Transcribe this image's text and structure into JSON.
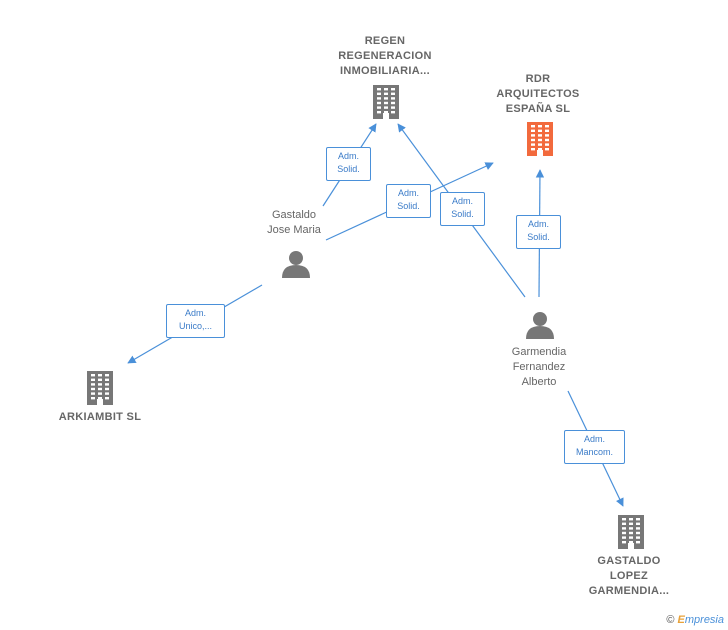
{
  "nodes": {
    "regen": {
      "label": "REGEN\nREGENERACION\nINMOBILIARIA...",
      "type": "company",
      "color": "#777777"
    },
    "rdr": {
      "label": "RDR\nARQUITECTOS\nESPAÑA  SL",
      "type": "company",
      "color": "#f26a3d"
    },
    "gastaldo_jose": {
      "label": "Gastaldo\nJose Maria",
      "type": "person",
      "color": "#777777"
    },
    "arkiambit": {
      "label": "ARKIAMBIT  SL",
      "type": "company",
      "color": "#777777"
    },
    "garmendia": {
      "label": "Garmendia\nFernandez\nAlberto",
      "type": "person",
      "color": "#777777"
    },
    "gastaldo_lopez": {
      "label": "GASTALDO\nLOPEZ\nGARMENDIA...",
      "type": "company",
      "color": "#777777"
    }
  },
  "edges": [
    {
      "id": "e1",
      "from": "gastaldo_jose",
      "to": "regen",
      "label": "Adm.\nSolid."
    },
    {
      "id": "e2",
      "from": "gastaldo_jose",
      "to": "rdr",
      "label": "Adm.\nSolid."
    },
    {
      "id": "e3",
      "from": "garmendia",
      "to": "regen",
      "label": "Adm.\nSolid."
    },
    {
      "id": "e4",
      "from": "garmendia",
      "to": "rdr",
      "label": "Adm.\nSolid."
    },
    {
      "id": "e5",
      "from": "gastaldo_jose",
      "to": "arkiambit",
      "label": "Adm.\nUnico,..."
    },
    {
      "id": "e6",
      "from": "garmendia",
      "to": "gastaldo_lopez",
      "label": "Adm.\nMancom."
    }
  ],
  "colors": {
    "edge": "#4a90d9",
    "node_gray": "#777777",
    "node_highlight": "#f26a3d"
  },
  "footer": {
    "copyright": "©",
    "brand_initial": "E",
    "brand_rest": "mpresia"
  }
}
